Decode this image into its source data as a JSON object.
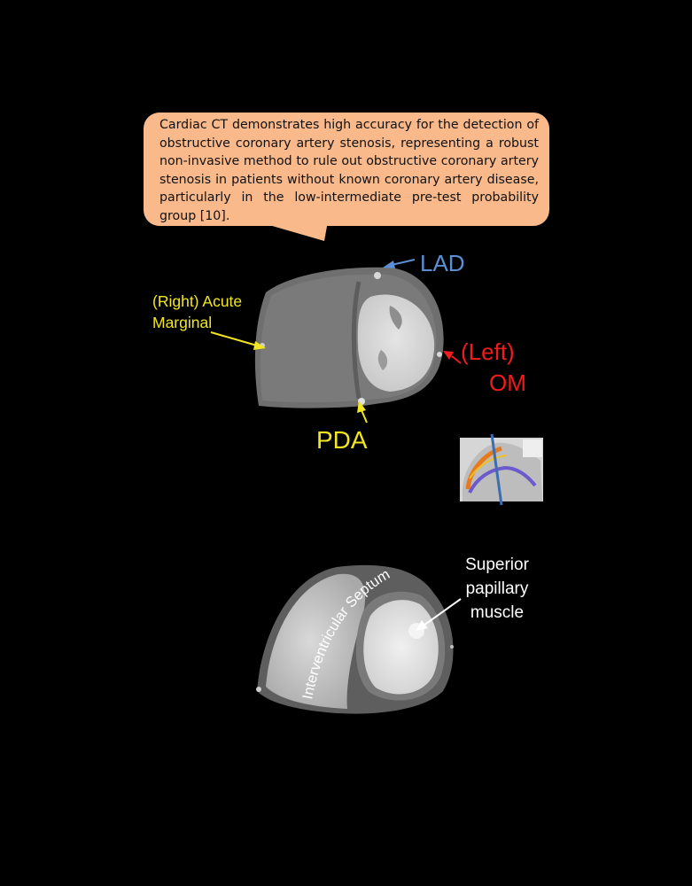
{
  "callout": {
    "text": "Cardiac CT demonstrates high accuracy for the detection of obstructive coronary artery stenosis, representing a robust non-invasive method to rule out obstructive coronary artery stenosis in patients without known coronary artery disease, particularly in the low-intermediate pre-test probability group [10]."
  },
  "labels": {
    "lad": "LAD",
    "right_acute_line1": "(Right) Acute",
    "right_acute_line2": "Marginal",
    "left": "(Left)",
    "om": "OM",
    "pda": "PDA",
    "septum": "Interventricular Septum",
    "superior_line1": "Superior",
    "superior_line2": "papillary",
    "superior_line3": "muscle"
  },
  "colors": {
    "background": "#000000",
    "callout_fill": "#f9b98a",
    "lad": "#5b8fd4",
    "yellow": "#f2e622",
    "red": "#ee1c1c",
    "white": "#ffffff"
  }
}
